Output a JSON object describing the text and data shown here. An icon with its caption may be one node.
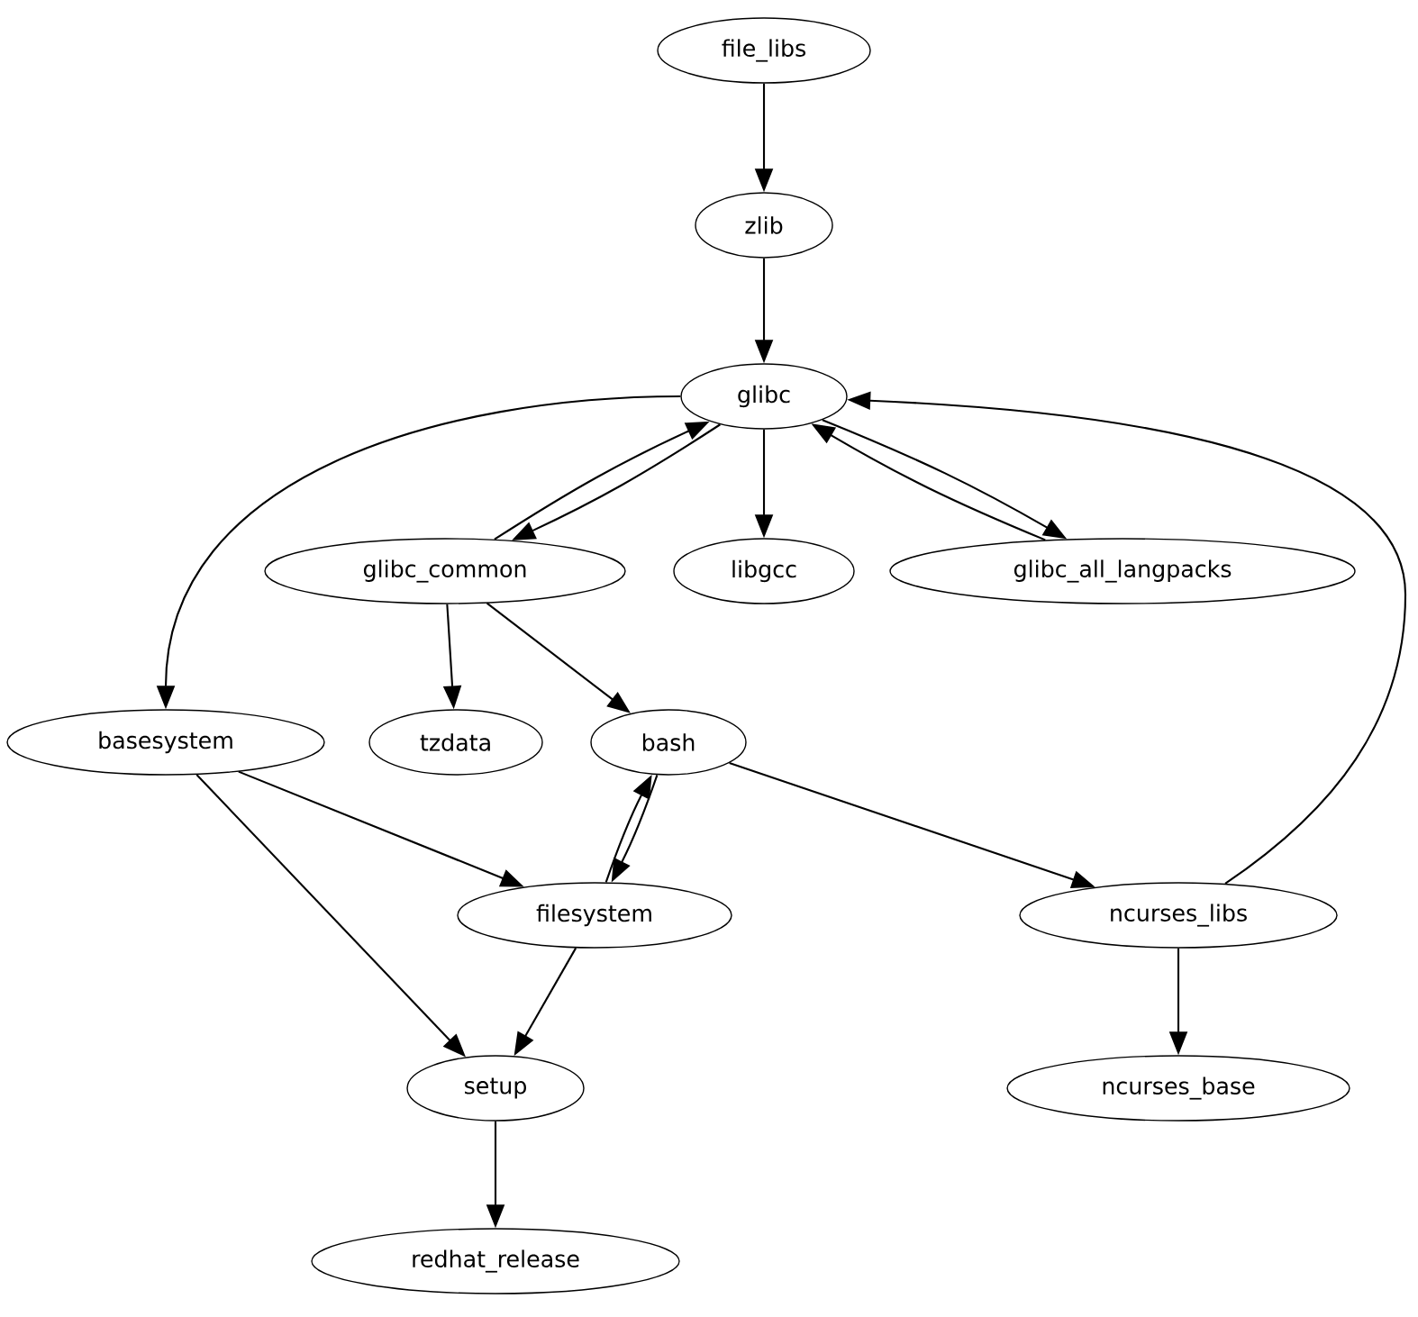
{
  "diagram": {
    "nodes": [
      {
        "text": [
          "file_libs"
        ]
      },
      {
        "text": [
          "zlib"
        ]
      },
      {
        "text": [
          "glibc"
        ]
      },
      {
        "text": [
          "glibc_common"
        ]
      },
      {
        "text": [
          "libgcc"
        ]
      },
      {
        "text": [
          "glibc_all_langpacks"
        ]
      },
      {
        "text": [
          "basesystem"
        ]
      },
      {
        "text": [
          "tzdata"
        ]
      },
      {
        "text": [
          "bash"
        ]
      },
      {
        "text": [
          "filesystem"
        ]
      },
      {
        "text": [
          "ncurses_libs"
        ]
      },
      {
        "text": [
          "setup"
        ]
      },
      {
        "text": [
          "ncurses_base"
        ]
      },
      {
        "text": [
          "redhat_release"
        ]
      }
    ],
    "edges": [
      {
        "from": 0,
        "to": 1,
        "arrow": "to"
      },
      {
        "from": 1,
        "to": 2,
        "arrow": "to"
      },
      {
        "from": 2,
        "to": 6,
        "arrow": "to"
      },
      {
        "from": 2,
        "to": 3,
        "arrow": "to"
      },
      {
        "from": 3,
        "to": 2,
        "arrow": "to"
      },
      {
        "from": 2,
        "to": 4,
        "arrow": "to"
      },
      {
        "from": 2,
        "to": 5,
        "arrow": "to"
      },
      {
        "from": 5,
        "to": 2,
        "arrow": "to"
      },
      {
        "from": 3,
        "to": 7,
        "arrow": "to"
      },
      {
        "from": 3,
        "to": 8,
        "arrow": "to"
      },
      {
        "from": 6,
        "to": 9,
        "arrow": "to"
      },
      {
        "from": 6,
        "to": 11,
        "arrow": "to"
      },
      {
        "from": 8,
        "to": 9,
        "arrow": "to"
      },
      {
        "from": 9,
        "to": 8,
        "arrow": "to"
      },
      {
        "from": 8,
        "to": 10,
        "arrow": "to"
      },
      {
        "from": 10,
        "to": 2,
        "arrow": "to"
      },
      {
        "from": 9,
        "to": 11,
        "arrow": "to"
      },
      {
        "from": 11,
        "to": 13,
        "arrow": "to"
      },
      {
        "from": 10,
        "to": 12,
        "arrow": "to"
      }
    ]
  }
}
